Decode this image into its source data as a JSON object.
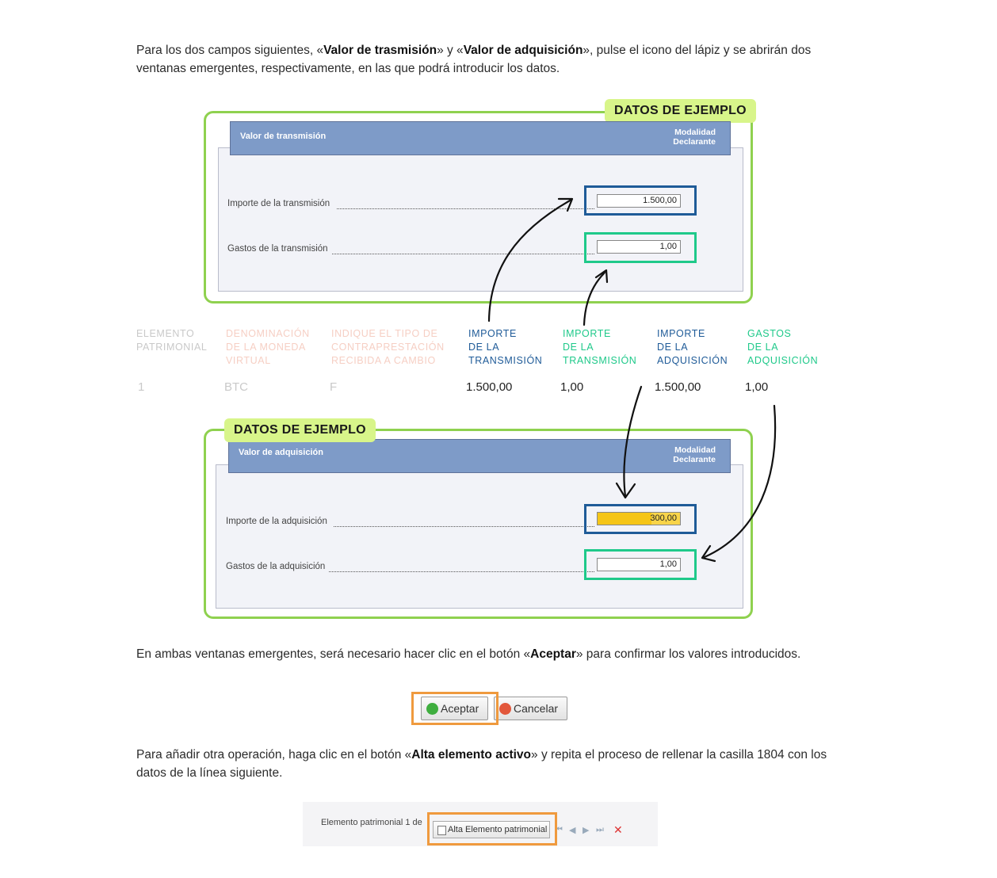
{
  "intro": {
    "p1": "Para los dos campos siguientes, «",
    "b1": "Valor de trasmisión",
    "p2": "» y «",
    "b2": "Valor de adquisición",
    "p3": "», pulse el icono del lápiz y se abrirán dos ventanas emergentes, respectivamente, en las que podrá introducir los datos."
  },
  "tag_label": "DATOS DE EJEMPLO",
  "window_transmision": {
    "title": "Valor de transmisión",
    "right_line1": "Modalidad",
    "right_line2": "Declarante",
    "field1_label": "Importe de la transmisión",
    "field1_value": "1.500,00",
    "field2_label": "Gastos de la transmisión",
    "field2_value": "1,00"
  },
  "table": {
    "headers": [
      [
        "ELEMENTO",
        "PATRIMONIAL",
        ""
      ],
      [
        "DENOMINACIÓN",
        "DE LA MONEDA",
        "VIRTUAL"
      ],
      [
        "INDIQUE EL TIPO DE",
        "CONTRAPRESTACIÓN",
        "RECIBIDA A CAMBIO"
      ],
      [
        "IMPORTE",
        "DE LA",
        "TRANSMISIÓN"
      ],
      [
        "IMPORTE",
        "DE LA",
        "TRANSMISIÓN"
      ],
      [
        "IMPORTE",
        "DE LA",
        "ADQUISICIÓN"
      ],
      [
        "GASTOS",
        "DE LA",
        "ADQUISICIÓN"
      ]
    ],
    "row": [
      "1",
      "BTC",
      "F",
      "1.500,00",
      "1,00",
      "1.500,00",
      "1,00"
    ]
  },
  "window_adquisicion": {
    "title": "Valor de adquisición",
    "right_line1": "Modalidad",
    "right_line2": "Declarante",
    "field1_label": "Importe de la adquisición",
    "field1_value": "300,00",
    "field2_label": "Gastos de la adquisición",
    "field2_value": "1,00"
  },
  "para2": {
    "p1": "En ambas ventanas emergentes, será necesario hacer clic en el botón «",
    "b1": "Aceptar",
    "p2": "» para confirmar los valores introducidos."
  },
  "buttons": {
    "accept": "Aceptar",
    "cancel": "Cancelar"
  },
  "para3": {
    "p1": "Para añadir otra operación, haga clic en el botón «",
    "b1": "Alta elemento activo",
    "p2": "» y repita el proceso de rellenar la casilla 1804 con los datos de la línea siguiente."
  },
  "footer_bar": {
    "label": "Elemento patrimonial 1 de",
    "button": "Alta Elemento patrimonial"
  },
  "colors": {
    "callout_border": "#8fd14f",
    "tag_bg": "#d8f58a",
    "window_header": "#7e9bc8",
    "highlight_blue": "#1f5b98",
    "highlight_green": "#1fc98a",
    "highlight_orange": "#ef9a3e",
    "faded_pink": "#f6cfc4",
    "faded_gray": "#c9c9c9"
  }
}
